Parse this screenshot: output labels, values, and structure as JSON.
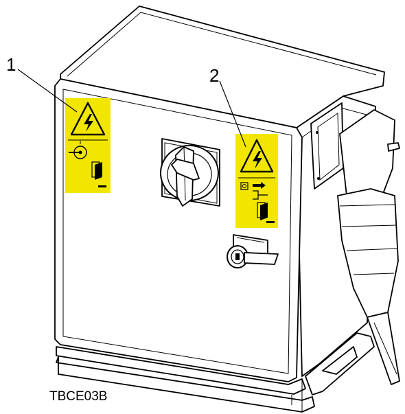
{
  "callouts": [
    {
      "id": "1",
      "label": "1"
    },
    {
      "id": "2",
      "label": "2"
    }
  ],
  "figure_code": "TBCE03B",
  "colors": {
    "label_yellow": "#f2e600",
    "line": "#000000",
    "background": "#ffffff"
  },
  "icons": [
    "high-voltage-warning-icon",
    "lock-key-icon",
    "cabinet-door-icon",
    "plug-disconnect-icon"
  ]
}
